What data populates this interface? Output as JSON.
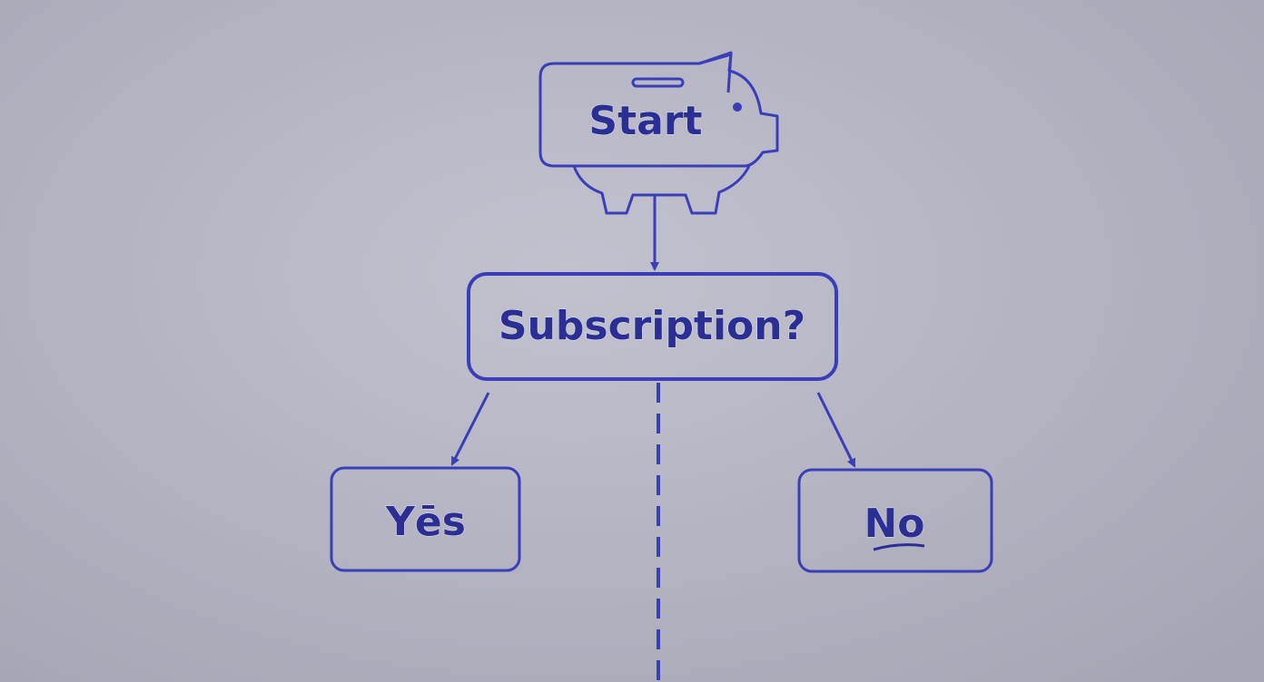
{
  "diagram": {
    "start_label": "Start",
    "question_label": "Subscription?",
    "yes_label": "Yēs",
    "no_label": "No"
  },
  "colors": {
    "stroke": "#3a3eb8",
    "text": "#2b2f94",
    "background": "#b3b3c2"
  }
}
